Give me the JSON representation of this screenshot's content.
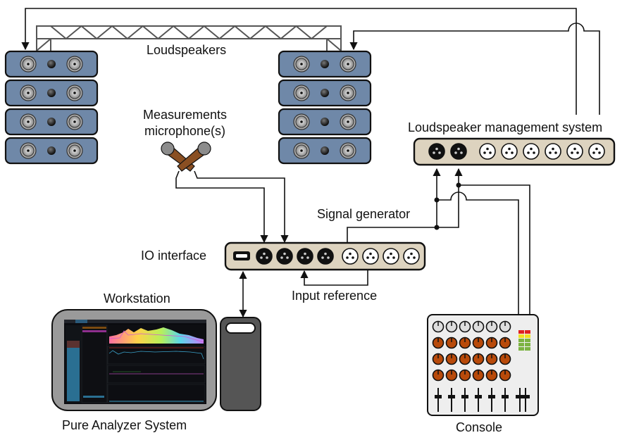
{
  "diagram": {
    "title": "Pure Analyzer System measurement setup",
    "labels": {
      "loudspeakers": "Loudspeakers",
      "measurement_mic_line1": "Measurements",
      "measurement_mic_line2": "microphone(s)",
      "lms": "Loudspeaker management system",
      "signal_generator": "Signal generator",
      "io_interface": "IO interface",
      "input_reference": "Input reference",
      "workstation": "Workstation",
      "system_name": "Pure Analyzer System",
      "console": "Console"
    },
    "components": {
      "loudspeaker_stacks": [
        {
          "name": "left-stack",
          "cabinet_count": 4
        },
        {
          "name": "right-stack",
          "cabinet_count": 4
        }
      ],
      "io_interface": {
        "usb_ports": 1,
        "xlr_inputs": 4,
        "xlr_outputs": 4
      },
      "lms": {
        "xlr_inputs": 2,
        "xlr_outputs": 6
      },
      "console": {
        "gray_knobs": 6,
        "orange_knob_rows": 3,
        "orange_knobs_per_row": 6,
        "channel_faders": 6,
        "master_faders": 2,
        "meter_colors": [
          "#e02020",
          "#f0e020",
          "#7cb342",
          "#7cb342",
          "#7cb342"
        ]
      },
      "microphone_count": 2
    },
    "colors": {
      "loudspeaker": "#6f88a8",
      "panel": "#ddd3bf",
      "console_body": "#eeeeee",
      "knob_orange": "#b84a0a",
      "knob_gray": "#dddddd",
      "mic_body": "#8a4f22",
      "workstation_bezel": "#9a9a9a",
      "tower": "#555555"
    },
    "connections": [
      {
        "from": "lms-output",
        "to": "left-stack"
      },
      {
        "from": "lms-output",
        "to": "right-stack"
      },
      {
        "from": "microphones",
        "to": "io-interface-input-1"
      },
      {
        "from": "microphones",
        "to": "io-interface-input-2"
      },
      {
        "from": "io-interface-output",
        "to": "lms-input",
        "label": "Signal generator"
      },
      {
        "from": "io-interface-output",
        "to": "io-interface-input-3",
        "label": "Input reference"
      },
      {
        "from": "console",
        "to": "lms-input"
      },
      {
        "from": "io-interface-usb",
        "to": "workstation-tower",
        "bidirectional": true
      }
    ]
  }
}
